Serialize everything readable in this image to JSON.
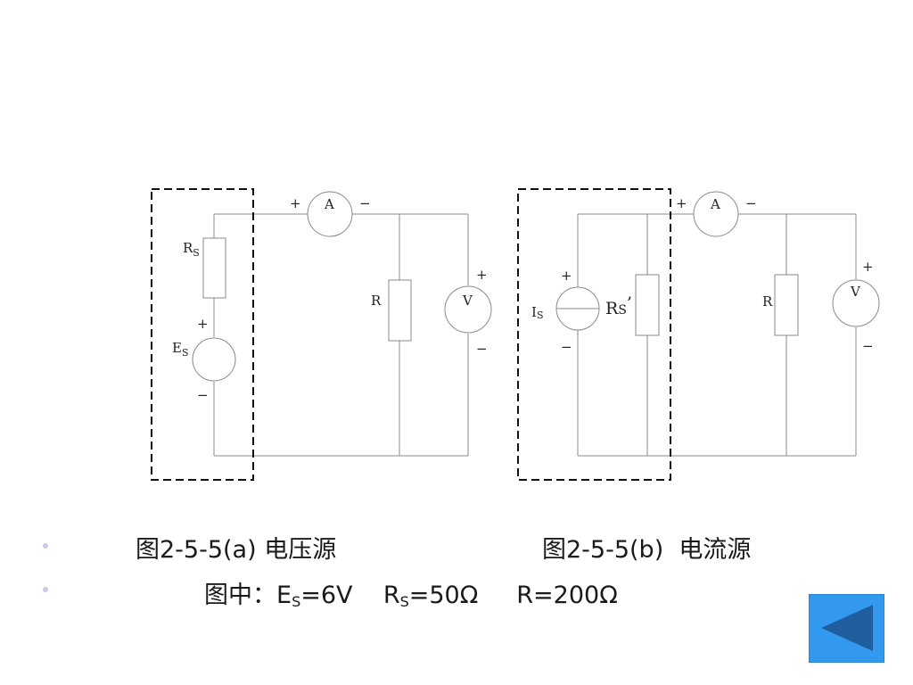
{
  "circuit_a": {
    "ammeter": "A",
    "voltmeter": "V",
    "resistor": "R",
    "source_resistor": "R",
    "source_resistor_sub": "S",
    "source": "E",
    "source_sub": "S",
    "plus": "+",
    "minus": "−"
  },
  "circuit_b": {
    "ammeter": "A",
    "voltmeter": "V",
    "resistor": "R",
    "current_source": "I",
    "current_source_sub": "S",
    "source_resistor": "R",
    "source_resistor_sub": "S",
    "prime": "’",
    "plus": "+",
    "minus": "−"
  },
  "captions": {
    "fig_a": "图2-5-5(a) 电压源",
    "fig_b": "图2-5-5(b)  电流源",
    "params_prefix": "图中：E",
    "es_sub": "S",
    "es_value": "=6V    R",
    "rs_sub": "S",
    "rs_value": "=50Ω     R=200Ω"
  },
  "colors": {
    "wire": "#8a8a8a",
    "dashed_box": "#111111",
    "button": "#3399ee",
    "button_arrow": "#1f5fa0"
  },
  "icons": {
    "back": "back-arrow-icon"
  }
}
